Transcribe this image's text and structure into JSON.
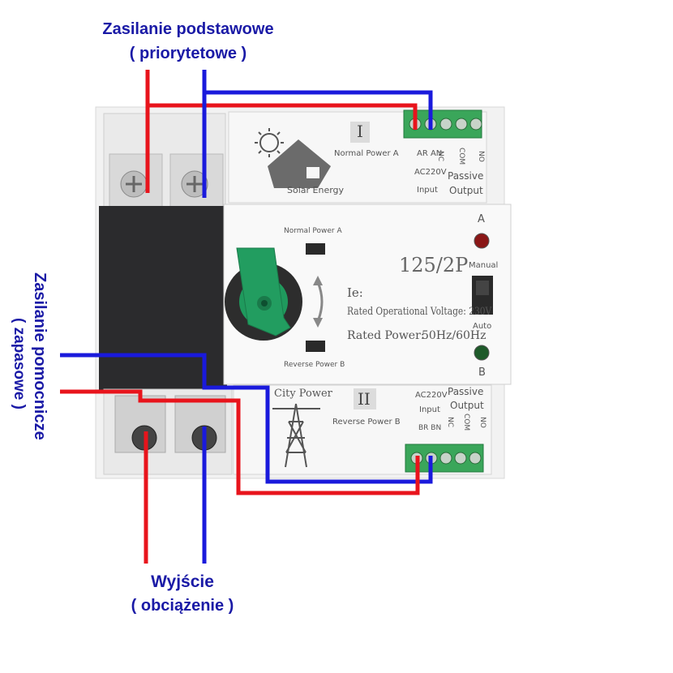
{
  "labels": {
    "primary_supply": "Zasilanie podstawowe",
    "primary_supply_sub": "( priorytetowe )",
    "backup_supply": "Zasilanie pomocnicze",
    "backup_supply_sub": "( zapasowe )",
    "output": "Wyjście",
    "output_sub": "( obciążenie )"
  },
  "device": {
    "model": "125/2P",
    "source_a_roman": "I",
    "source_b_roman": "II",
    "normal_power_a": "Normal Power A",
    "reverse_power_b": "Reverse Power B",
    "solar_energy": "Solar Energy",
    "city_power": "City Power",
    "ie": "Ie:",
    "rated_voltage": "Rated Operational Voltage: 230V",
    "rated_power_label": "Rated Power:",
    "rated_power_value": "50Hz/60Hz",
    "indicator_a": "A",
    "indicator_b": "B",
    "manual": "Manual",
    "auto": "Auto",
    "top_terminal": {
      "ar_an": "AR AN",
      "ac": "AC220V",
      "input": "Input",
      "nc": "NC",
      "com": "COM",
      "no": "NO",
      "passive": "Passive",
      "output": "Output"
    },
    "bottom_terminal": {
      "ac": "AC220V",
      "input": "Input",
      "br_bn": "BR BN",
      "nc": "NC",
      "com": "COM",
      "no": "NO",
      "passive": "Passive",
      "output": "Output"
    }
  },
  "wire_colors": {
    "phase": "#e8141c",
    "neutral": "#1a1adc"
  }
}
